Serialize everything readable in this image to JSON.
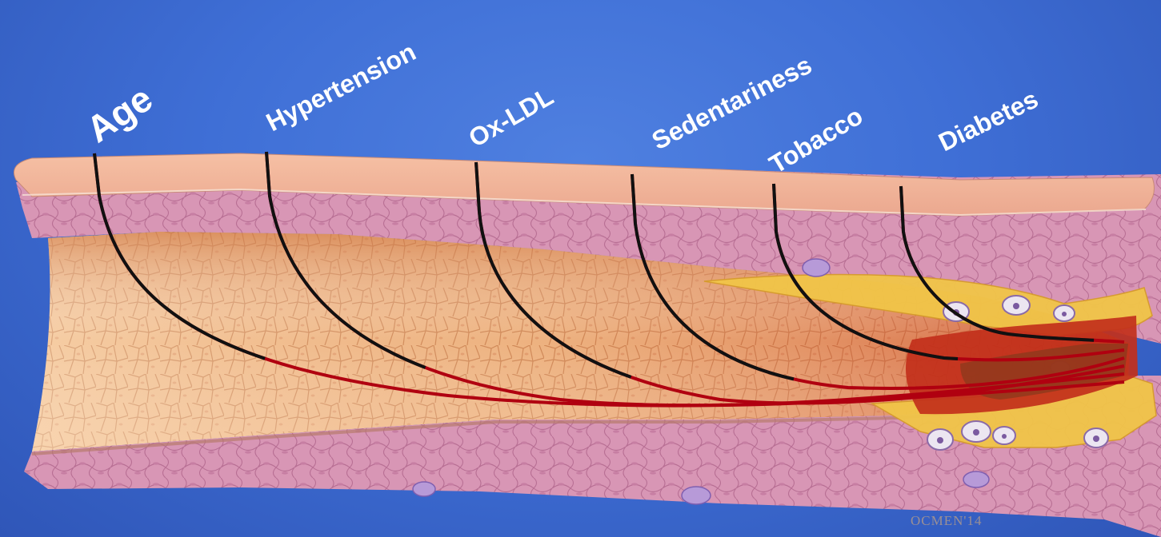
{
  "risk_factors": [
    {
      "label": "Age",
      "key": "age"
    },
    {
      "label": "Hypertension",
      "key": "hypertension"
    },
    {
      "label": "Ox-LDL",
      "key": "oxldl"
    },
    {
      "label": "Sedentariness",
      "key": "sedentariness"
    },
    {
      "label": "Tobacco",
      "key": "tobacco"
    },
    {
      "label": "Diabetes",
      "key": "diabetes"
    }
  ],
  "artist_signature": "OCMEN'14",
  "colors": {
    "background": "#3f6fd6",
    "vessel_wall": "#d98fb0",
    "intima_top": "#f2b596",
    "lumen": "#efb27e",
    "plaque": "#f0c24a",
    "thrombus": "#c2301b",
    "line_dark": "#111111",
    "line_red": "#b00010"
  }
}
